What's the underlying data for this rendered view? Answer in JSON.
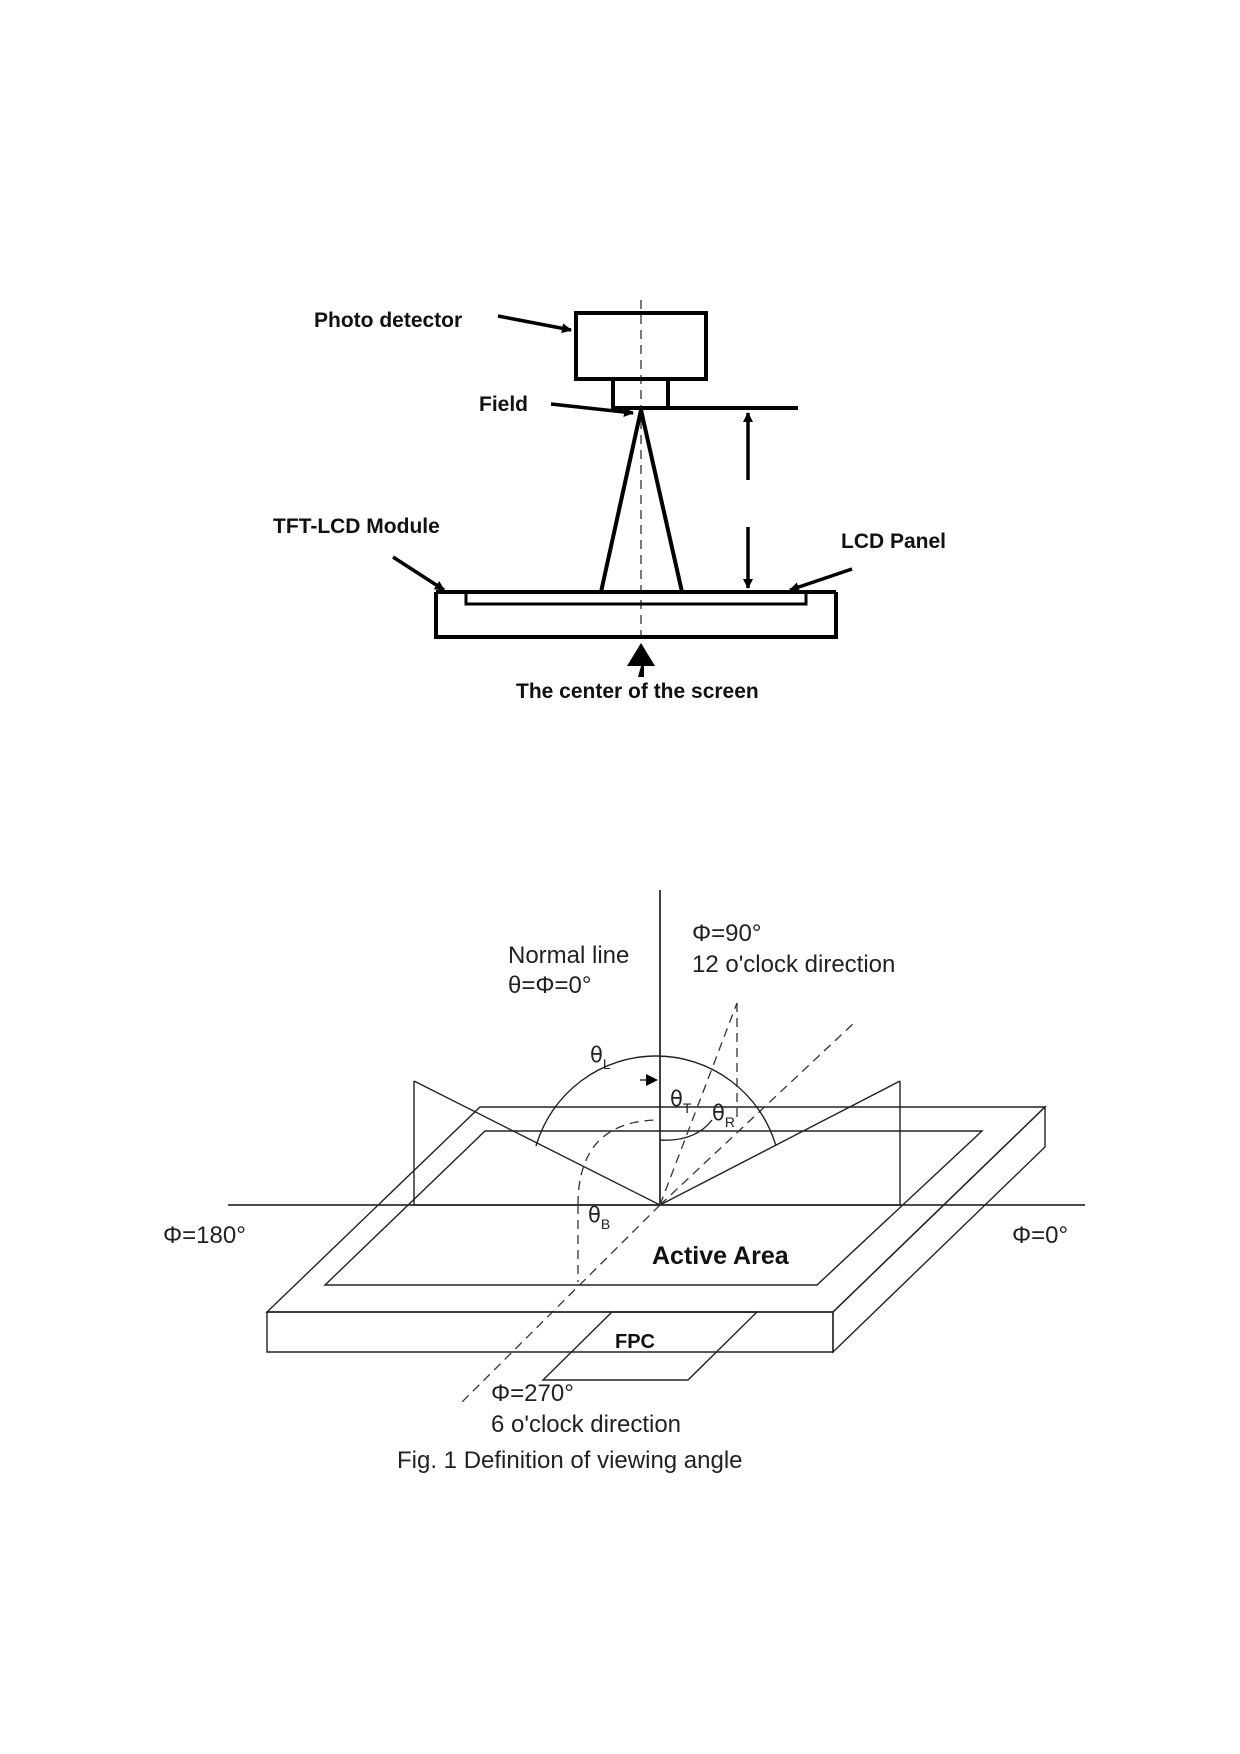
{
  "figure1": {
    "labels": {
      "photo_detector": "Photo detector",
      "field": "Field",
      "tft_lcd_module": "TFT-LCD Module",
      "lcd_panel": "LCD Panel",
      "center_of_screen": "The center of the screen"
    }
  },
  "figure2": {
    "normal_line": "Normal line",
    "normal_angle": "θ=Φ=0°",
    "phi_90": "Φ=90°",
    "twelve_oclock": "12 o'clock direction",
    "phi_180": "Φ=180°",
    "phi_0": "Φ=0°",
    "phi_270": "Φ=270°",
    "six_oclock": "6 o'clock direction",
    "active_area": "Active Area",
    "fpc": "FPC",
    "theta": "θ",
    "theta_l_sub": "L",
    "theta_t_sub": "T",
    "theta_r_sub": "R",
    "theta_b_sub": "B",
    "caption": "Fig. 1 Definition of viewing angle"
  }
}
